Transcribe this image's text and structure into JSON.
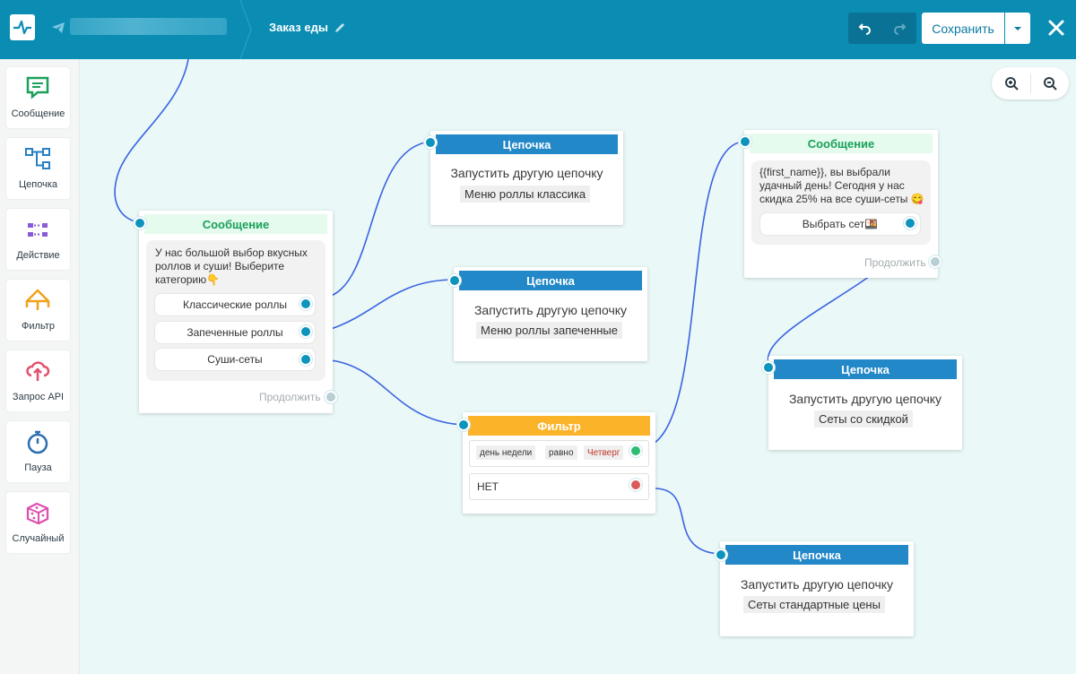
{
  "header": {
    "flow_title": "Заказ еды",
    "save_label": "Сохранить"
  },
  "sidebar": {
    "items": [
      {
        "label": "Сообщение",
        "icon": "message-icon",
        "color": "#1aa05b"
      },
      {
        "label": "Цепочка",
        "icon": "chain-icon",
        "color": "#2380c5"
      },
      {
        "label": "Действие",
        "icon": "action-icon",
        "color": "#8a5bd6"
      },
      {
        "label": "Фильтр",
        "icon": "filter-icon",
        "color": "#f0a21b"
      },
      {
        "label": "Запрос API",
        "icon": "cloud-api-icon",
        "color": "#e2516f"
      },
      {
        "label": "Пауза",
        "icon": "stopwatch-icon",
        "color": "#2d6fb0"
      },
      {
        "label": "Случайный",
        "icon": "dice-icon",
        "color": "#de4fae"
      }
    ]
  },
  "nodes": {
    "msg1": {
      "title": "Сообщение",
      "text_lines": [
        "У нас большой выбор вкусных",
        "роллов и суши! Выберите",
        "категорию👇"
      ],
      "buttons": [
        "Классические роллы",
        "Запеченные роллы",
        "Суши-сеты"
      ],
      "continue": "Продолжить"
    },
    "chain1": {
      "title": "Цепочка",
      "body": "Запустить другую цепочку",
      "value": "Меню роллы классика"
    },
    "chain2": {
      "title": "Цепочка",
      "body": "Запустить другую цепочку",
      "value": "Меню роллы запеченные"
    },
    "filter": {
      "title": "Фильтр",
      "chips": [
        "день недели",
        "равно",
        "Четверг"
      ],
      "no_label": "НЕТ"
    },
    "msg2": {
      "title": "Сообщение",
      "text_lines": [
        "{{first_name}}, вы выбрали",
        "удачный день! Сегодня у нас",
        "скидка 25% на все суши-сеты 😋"
      ],
      "button": "Выбрать сет🍱",
      "continue": "Продолжить"
    },
    "chain3": {
      "title": "Цепочка",
      "body": "Запустить другую цепочку",
      "value": "Сеты со скидкой"
    },
    "chain4": {
      "title": "Цепочка",
      "body": "Запустить другую цепочку",
      "value": "Сеты стандартные цены"
    }
  },
  "colors": {
    "header": "#0b8db3",
    "canvas": "#eaf8f8",
    "wire": "#3a63e0",
    "port": "#0c94bd"
  }
}
